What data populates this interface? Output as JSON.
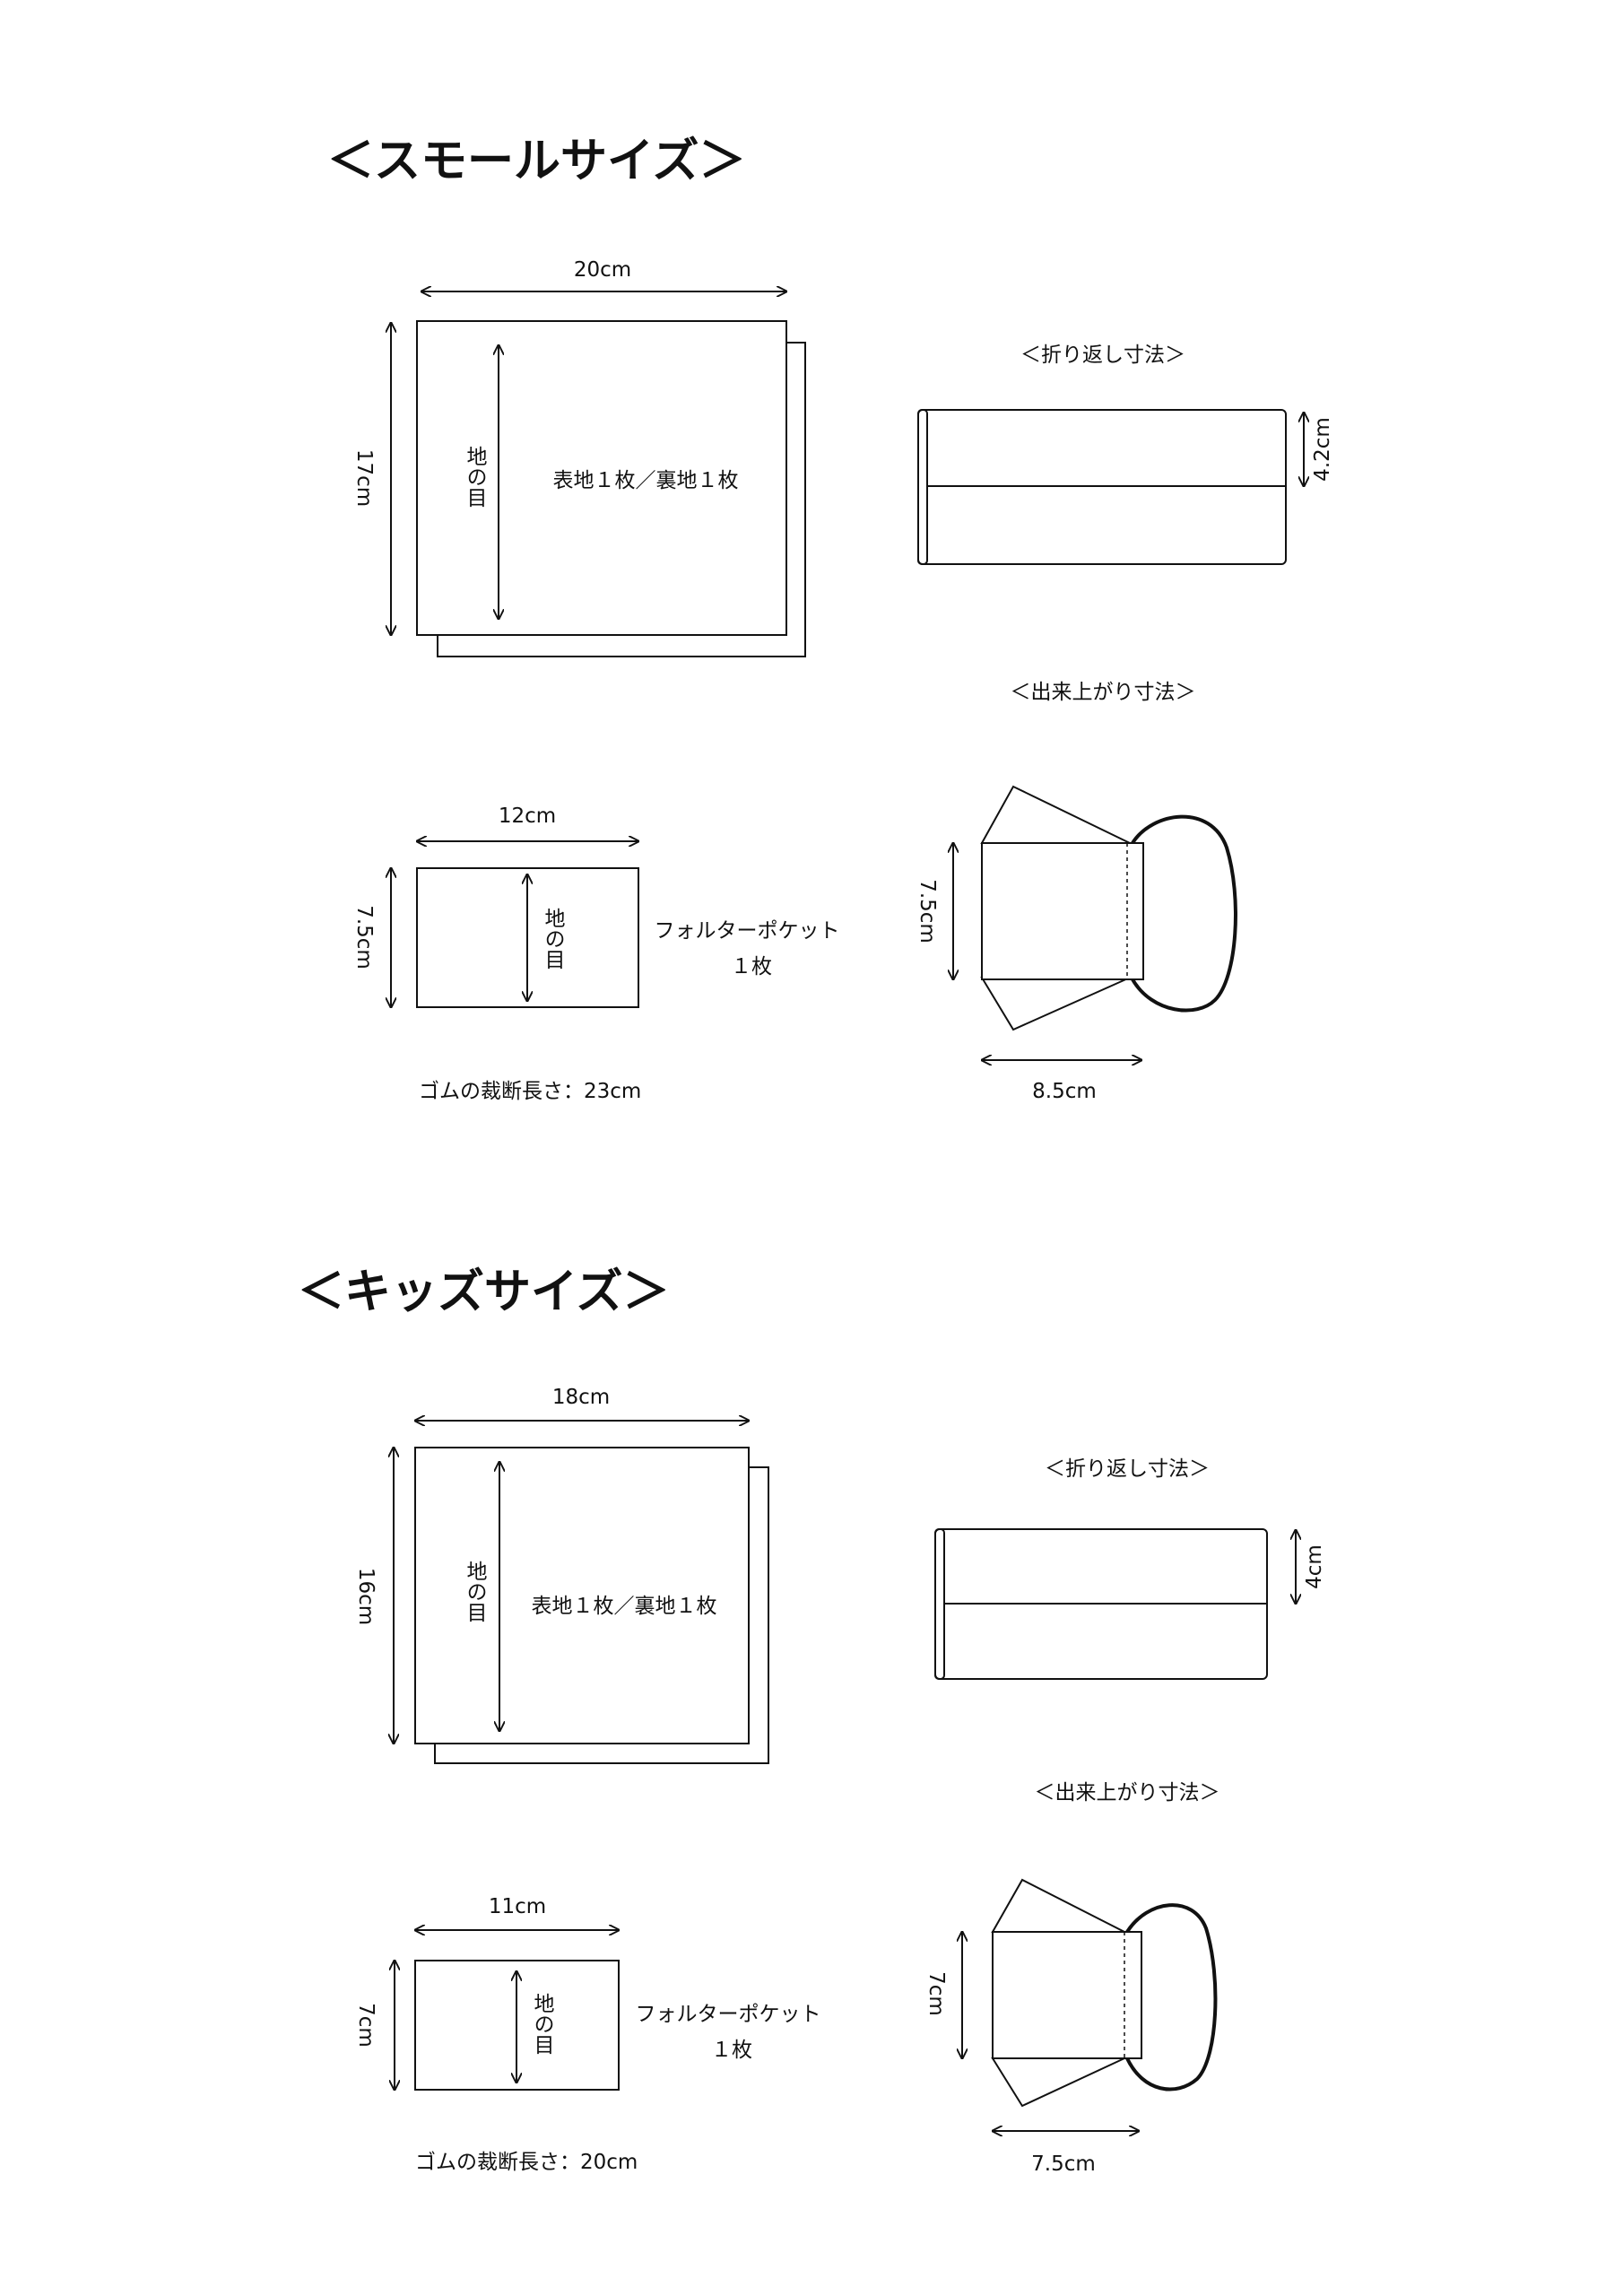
{
  "sections": [
    {
      "title": "＜スモールサイズ＞",
      "main_piece": {
        "width": "20cm",
        "height": "17cm",
        "grain": "地の目",
        "label": "表地１枚／裏地１枚"
      },
      "fold": {
        "title": "＜折り返し寸法＞",
        "dim": "4.2cm"
      },
      "finished": {
        "title": "＜出来上がり寸法＞",
        "height": "7.5cm",
        "width": "8.5cm"
      },
      "pocket": {
        "width": "12cm",
        "height": "7.5cm",
        "grain": "地の目",
        "label": "フォルターポケット",
        "count": "１枚"
      },
      "elastic": "ゴムの裁断長さ：23cm"
    },
    {
      "title": "＜キッズサイズ＞",
      "main_piece": {
        "width": "18cm",
        "height": "16cm",
        "grain": "地の目",
        "label": "表地１枚／裏地１枚"
      },
      "fold": {
        "title": "＜折り返し寸法＞",
        "dim": "4cm"
      },
      "finished": {
        "title": "＜出来上がり寸法＞",
        "height": "7cm",
        "width": "7.5cm"
      },
      "pocket": {
        "width": "11cm",
        "height": "7cm",
        "grain": "地の目",
        "label": "フォルターポケット",
        "count": "１枚"
      },
      "elastic": "ゴムの裁断長さ：20cm"
    }
  ]
}
